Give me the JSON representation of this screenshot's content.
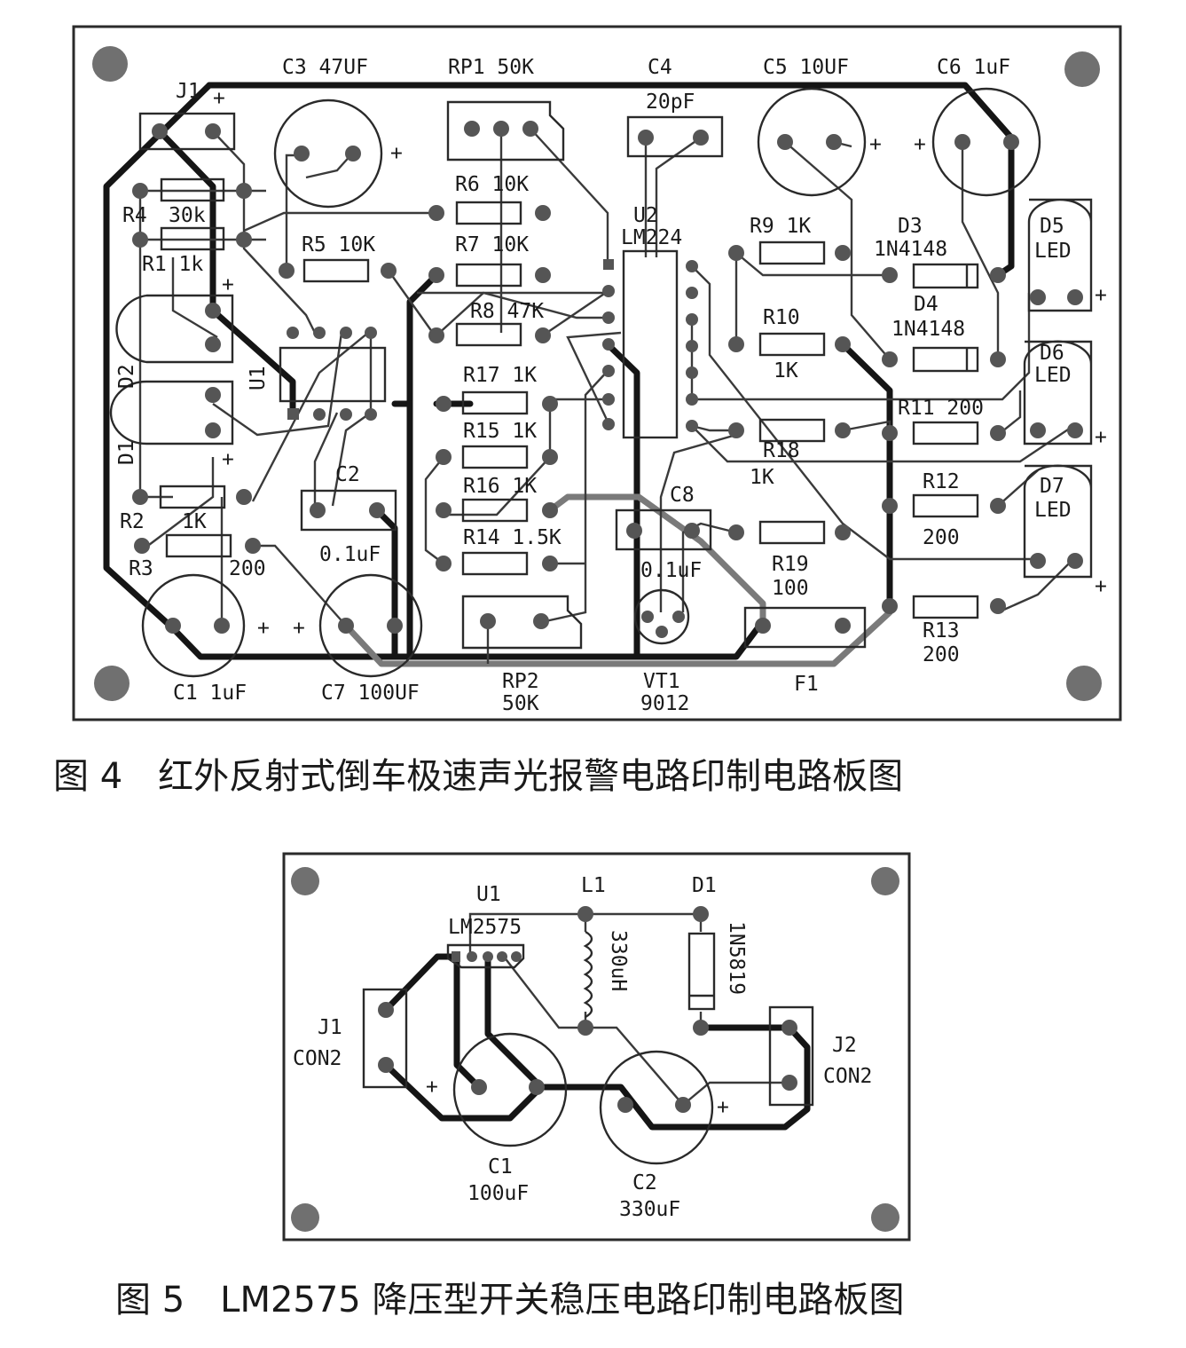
{
  "figure4": {
    "caption": "图 4　红外反射式倒车极速声光报警电路印制电路板图",
    "labels": {
      "c3": "C3 47UF",
      "rp1": "RP1 50K",
      "c4": "C4",
      "c4_val": "20pF",
      "c5": "C5 10UF",
      "c6": "C6 1uF",
      "j1": "J1",
      "r6": "R6 10K",
      "u2": "U2",
      "lm224": "LM224",
      "r4": "R4",
      "r4_val": "30k",
      "r9": "R9 1K",
      "d3": "D3",
      "d3_val": "1N4148",
      "d5": "D5",
      "d5_led": "LED",
      "r1": "R1 1k",
      "r5": "R5 10K",
      "r7": "R7 10K",
      "d4": "D4",
      "d4_val": "1N4148",
      "r8": "R8 47K",
      "r10": "R10",
      "r10_val": "1K",
      "d2": "D2",
      "u1": "U1",
      "d6": "D6",
      "d6_led": "LED",
      "r17": "R17 1K",
      "r11": "R11 200",
      "d1": "D1",
      "r15": "R15 1K",
      "r18": "R18",
      "r18_val": "1K",
      "c2": "C2",
      "r16": "R16 1K",
      "c8": "C8",
      "r12": "R12",
      "r12_val": "200",
      "d7": "D7",
      "d7_led": "LED",
      "r2": "R2",
      "r2_val": "1K",
      "r14": "R14 1.5K",
      "r3": "R3",
      "r3_val": "200",
      "c2_val": "0.1uF",
      "c8_val": "0.1uF",
      "r19": "R19",
      "r19_val": "100",
      "r13": "R13",
      "r13_val": "200",
      "c1": "C1 1uF",
      "c7": "C7 100UF",
      "rp2": "RP2",
      "rp2_val": "50K",
      "vt1": "VT1",
      "vt1_val": "9012",
      "f1": "F1",
      "plus": "+"
    }
  },
  "figure5": {
    "caption": "图 5　LM2575 降压型开关稳压电路印制电路板图",
    "labels": {
      "u1": "U1",
      "lm2575": "LM2575",
      "l1": "L1",
      "d1": "D1",
      "l1_val": "330uH",
      "d1_val": "1N5819",
      "j1": "J1",
      "j1_type": "CON2",
      "j2": "J2",
      "j2_type": "CON2",
      "c1": "C1",
      "c1_val": "100uF",
      "c2": "C2",
      "c2_val": "330uF",
      "plus": "+"
    }
  }
}
